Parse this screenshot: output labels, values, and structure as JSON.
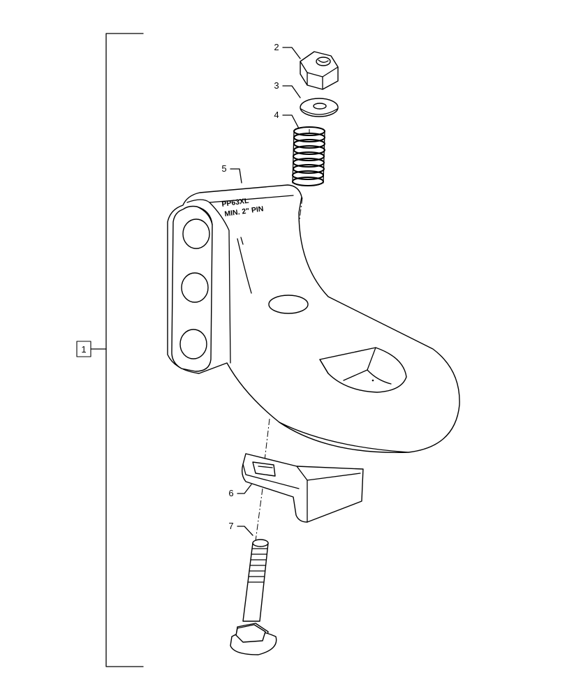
{
  "assembly": {
    "item_number": "1"
  },
  "callouts": [
    {
      "id": "nut",
      "label": "2"
    },
    {
      "id": "washer",
      "label": "3"
    },
    {
      "id": "spring",
      "label": "4"
    },
    {
      "id": "hook-body",
      "label": "5"
    },
    {
      "id": "clamp-plate",
      "label": "6"
    },
    {
      "id": "bolt",
      "label": "7"
    }
  ],
  "embossing": {
    "line1": "PP63XL",
    "line2": "MIN. 2\" PIN"
  }
}
